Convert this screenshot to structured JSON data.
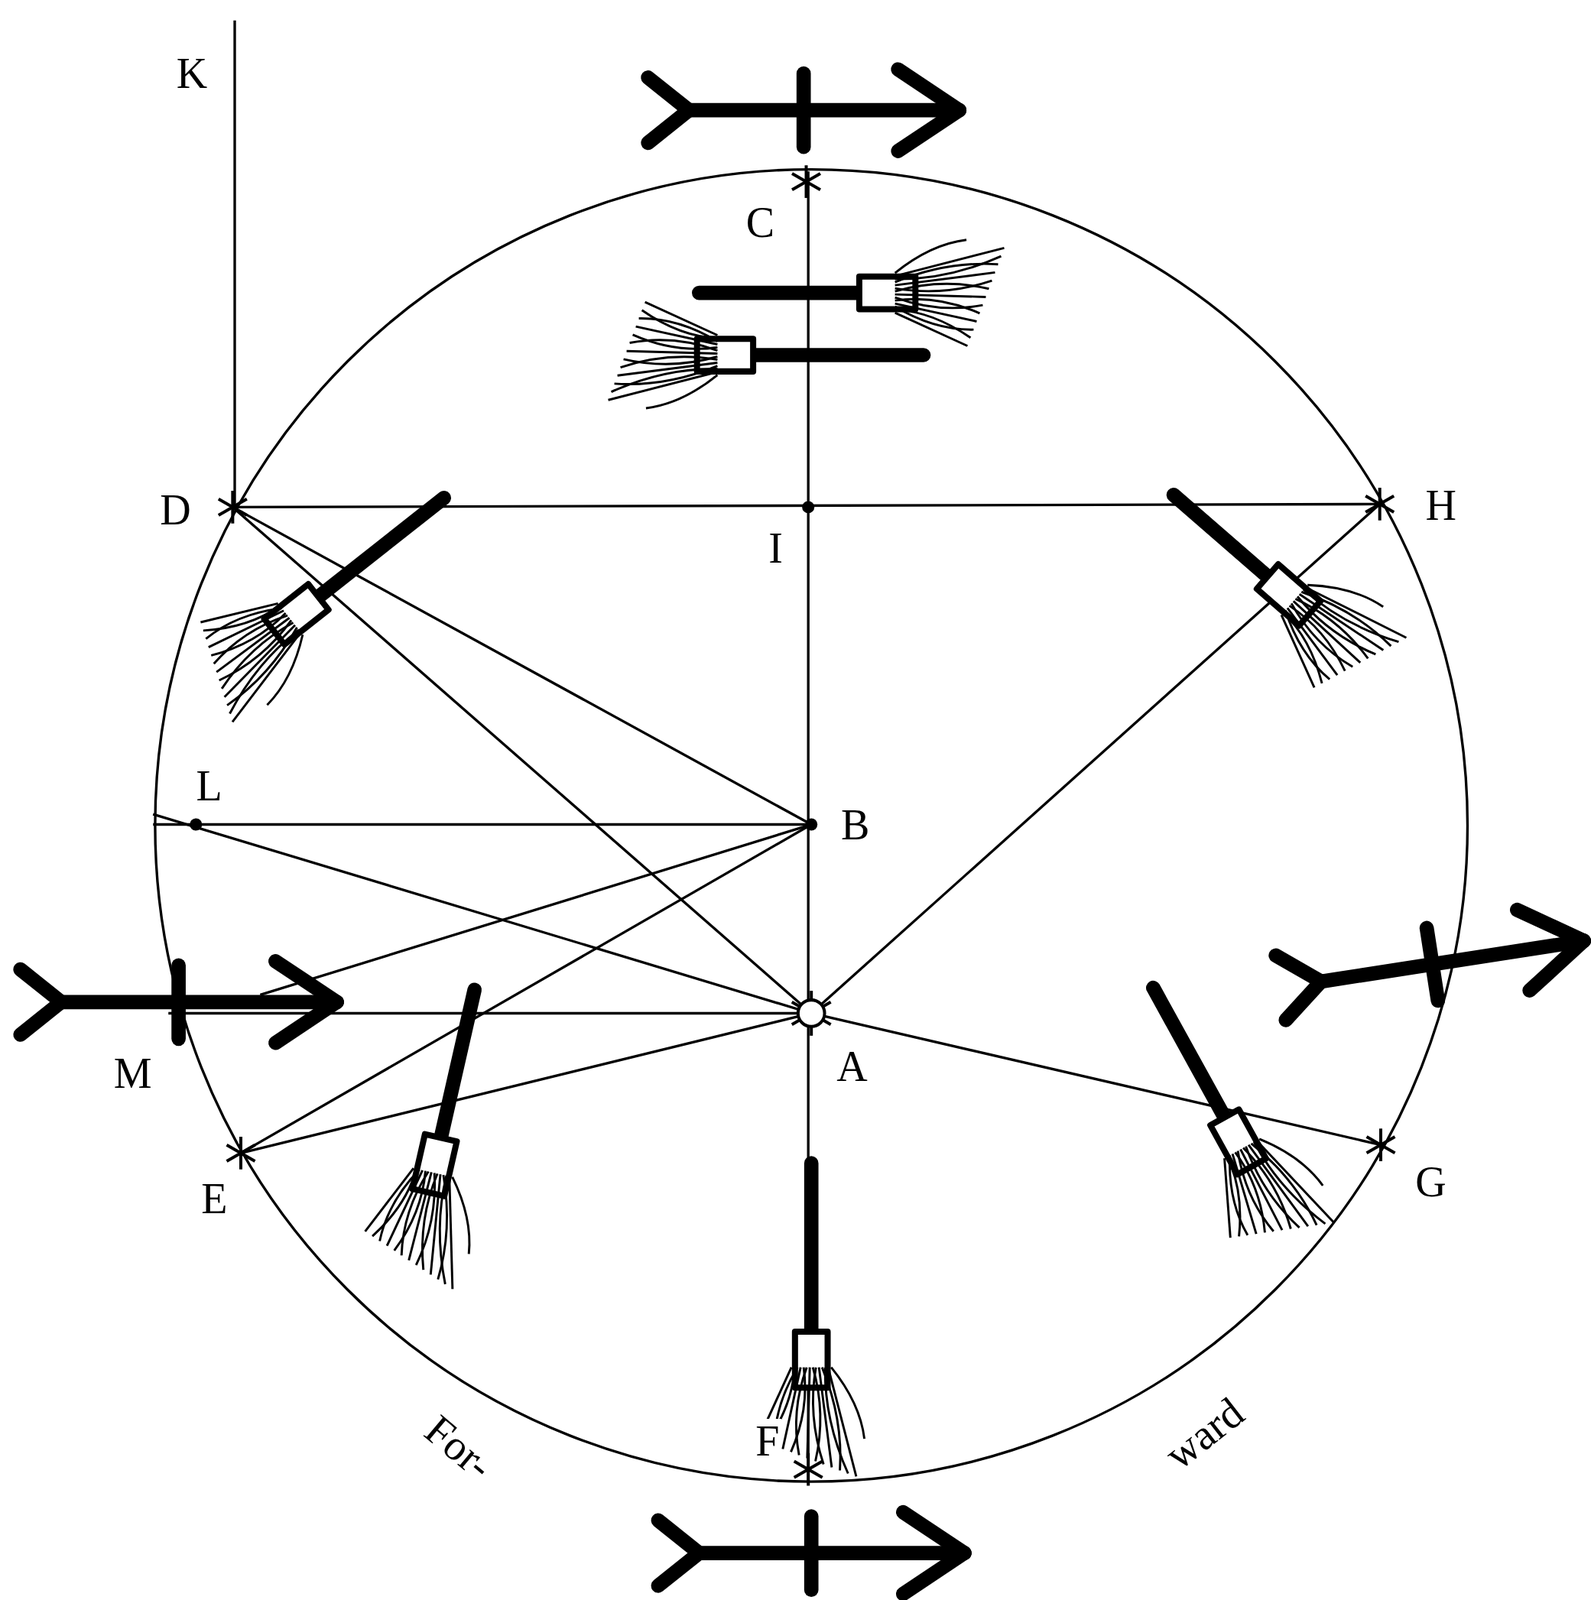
{
  "diagram": {
    "labels": [
      "K",
      "C",
      "D",
      "I",
      "H",
      "L",
      "B",
      "M",
      "A",
      "E",
      "G",
      "F",
      "For-",
      "ward"
    ]
  }
}
